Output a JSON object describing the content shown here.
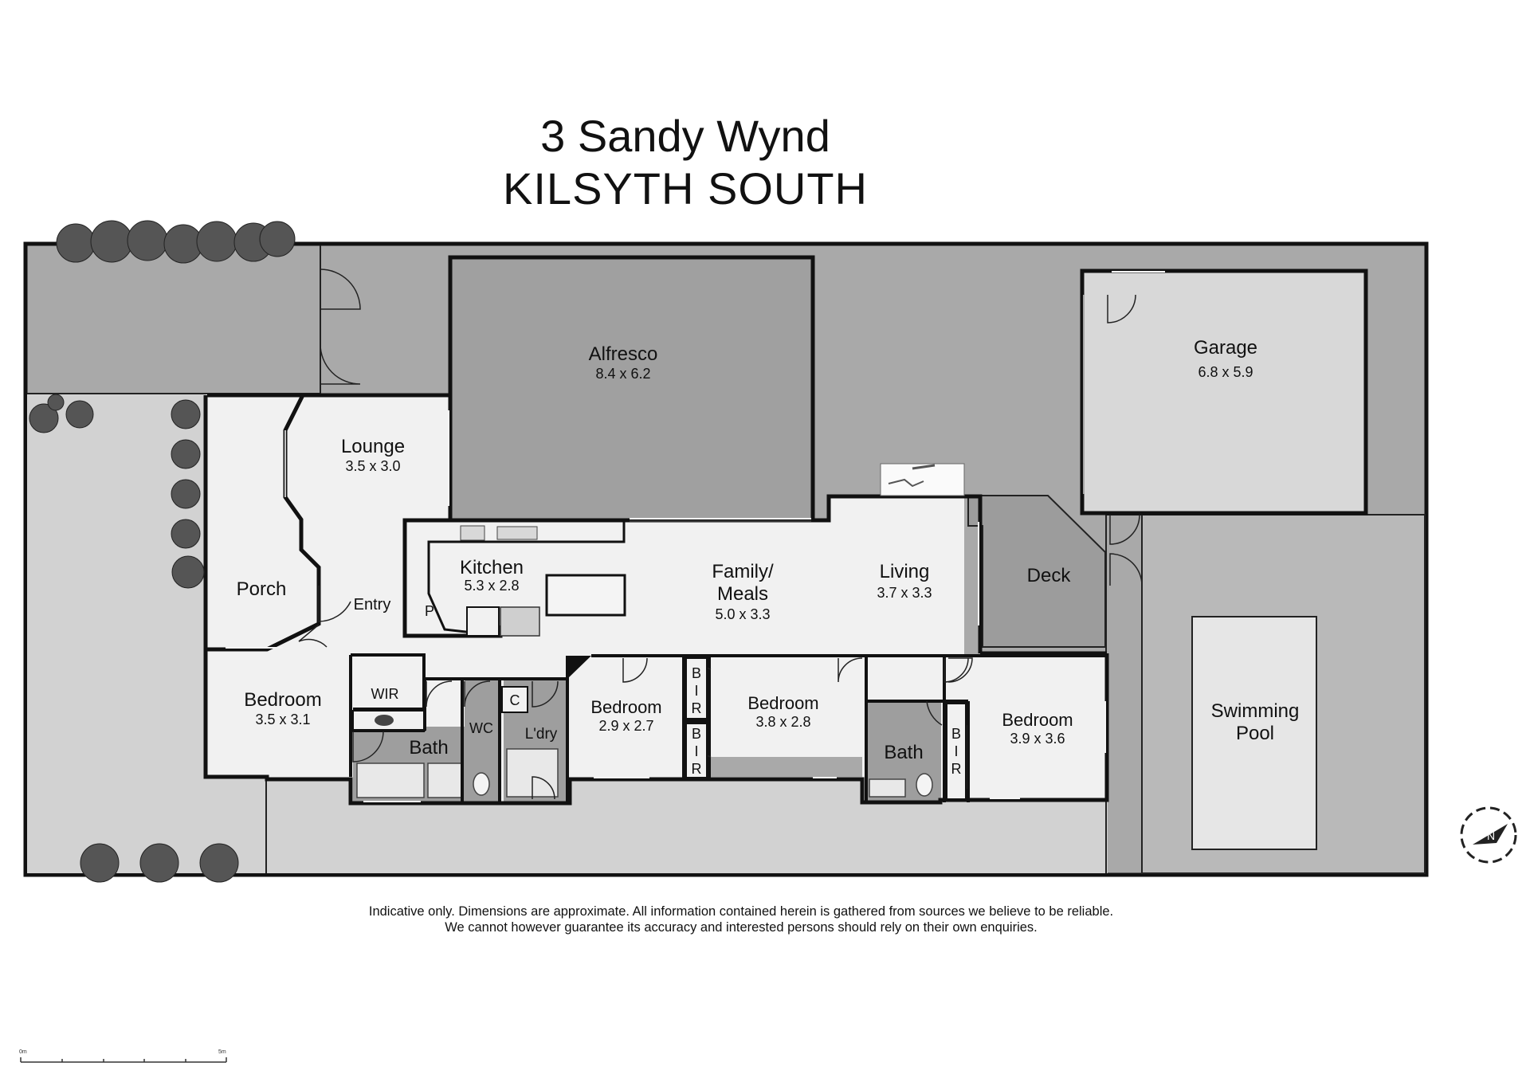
{
  "header": {
    "street": "3 Sandy Wynd",
    "suburb": "KILSYTH SOUTH"
  },
  "rooms": {
    "alfresco": {
      "name": "Alfresco",
      "dims": "8.4 x 6.2"
    },
    "garage": {
      "name": "Garage",
      "dims": "6.8 x 5.9"
    },
    "lounge": {
      "name": "Lounge",
      "dims": "3.5 x 3.0"
    },
    "kitchen": {
      "name": "Kitchen",
      "dims": "5.3 x 2.8"
    },
    "family": {
      "name_line1": "Family/",
      "name_line2": "Meals",
      "dims": "5.0 x 3.3"
    },
    "living": {
      "name": "Living",
      "dims": "3.7 x 3.3"
    },
    "deck": {
      "name": "Deck"
    },
    "porch": {
      "name": "Porch"
    },
    "entry": {
      "name": "Entry"
    },
    "pantry": {
      "name": "P"
    },
    "bedroom1": {
      "name": "Bedroom",
      "dims": "3.5 x 3.1"
    },
    "wir": {
      "name": "WIR"
    },
    "bath1": {
      "name": "Bath"
    },
    "wc": {
      "name": "WC"
    },
    "cupboard": {
      "name": "C"
    },
    "laundry": {
      "name": "L'dry"
    },
    "bedroom2": {
      "name": "Bedroom",
      "dims": "2.9 x 2.7"
    },
    "bir1": {
      "name": "BIR"
    },
    "bir2": {
      "name": "BIR"
    },
    "bedroom3": {
      "name": "Bedroom",
      "dims": "3.8 x 2.8"
    },
    "bath2": {
      "name": "Bath"
    },
    "bir3": {
      "name": "BIR"
    },
    "bedroom4": {
      "name": "Bedroom",
      "dims": "3.9 x 3.6"
    },
    "pool": {
      "name_line1": "Swimming",
      "name_line2": "Pool"
    }
  },
  "disclaimer": {
    "line1": "Indicative only. Dimensions are approximate. All information contained herein is gathered from sources we believe to be reliable.",
    "line2": "We cannot however guarantee its accuracy and interested persons should rely on their own enquiries."
  },
  "scale_bar": {
    "start_label": "0m",
    "end_label": "5m"
  },
  "colors": {
    "yard": "#a9a9a9",
    "lawn": "#d2d2d2",
    "floor": "#f1f1f1",
    "wet_area": "#9e9e9e",
    "wall": "#111111"
  },
  "icons": [
    "plant-icon",
    "compass-icon",
    "door-swing-icon"
  ]
}
